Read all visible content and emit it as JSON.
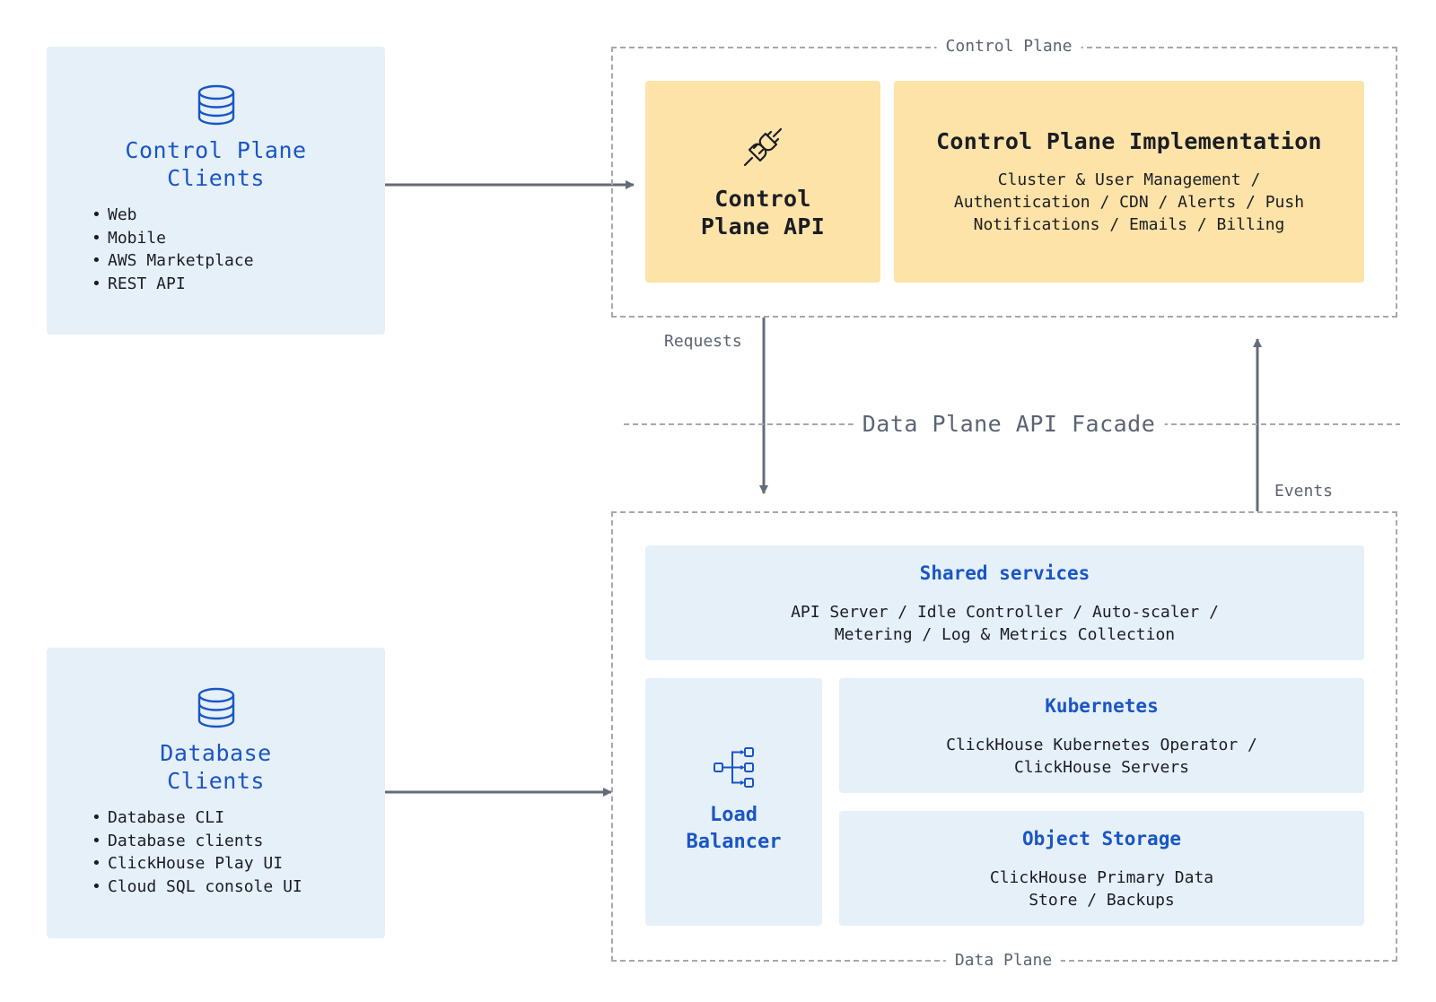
{
  "control_plane_clients": {
    "title": "Control Plane Clients",
    "items": [
      "Web",
      "Mobile",
      "AWS Marketplace",
      "REST API"
    ]
  },
  "database_clients": {
    "title": "Database Clients",
    "items": [
      "Database CLI",
      "Database clients",
      "ClickHouse Play UI",
      "Cloud SQL console UI"
    ]
  },
  "control_plane": {
    "label": "Control Plane",
    "api": {
      "title": "Control Plane API"
    },
    "implementation": {
      "title": "Control Plane Implementation",
      "description": "Cluster & User Management / Authentication / CDN / Alerts / Push Notifications / Emails / Billing"
    }
  },
  "flows": {
    "requests": "Requests",
    "events": "Events",
    "facade": "Data Plane API Facade"
  },
  "data_plane": {
    "label": "Data Plane",
    "shared_services": {
      "title": "Shared services",
      "description": "API Server / Idle Controller / Auto-scaler / Metering / Log & Metrics Collection"
    },
    "load_balancer": {
      "title": "Load Balancer"
    },
    "kubernetes": {
      "title": "Kubernetes",
      "description": "ClickHouse Kubernetes Operator / ClickHouse Servers"
    },
    "object_storage": {
      "title": "Object Storage",
      "description": "ClickHouse Primary Data Store / Backups"
    }
  },
  "colors": {
    "client_bg": "#e6f0f9",
    "accent_blue": "#1a56c4",
    "yellow_bg": "#fde3a8",
    "arrow": "#646b7b",
    "dashed": "#a4a8b0"
  },
  "icons": {
    "clients": "database-icon",
    "api": "plug-icon",
    "load_balancer": "load-balancer-icon"
  }
}
